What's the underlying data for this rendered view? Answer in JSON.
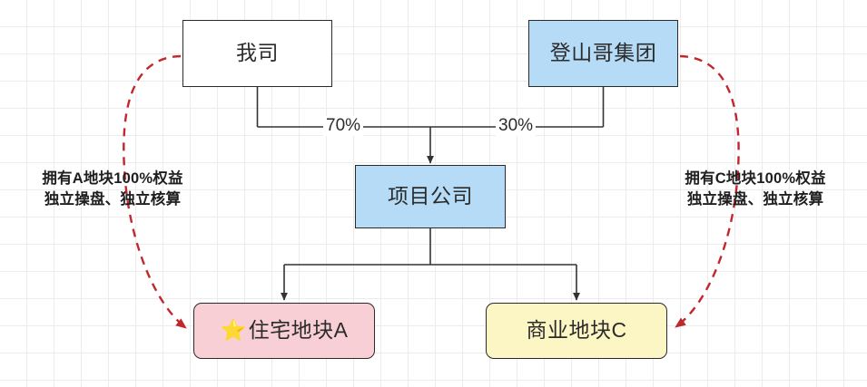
{
  "diagram": {
    "title_nodes": {
      "our_company": "我司",
      "dengshange_group": "登山哥集团",
      "project_company": "项目公司",
      "residential_plot_a": "住宅地块A",
      "commercial_plot_c": "商业地块C"
    },
    "star_glyph": "⭐",
    "edge_labels": {
      "our_company_share": "70%",
      "group_share": "30%"
    },
    "annotations": {
      "left_line1": "拥有A地块100%权益",
      "left_line2": "独立操盘、独立核算",
      "right_line1": "拥有C地块100%权益",
      "right_line2": "独立操盘、独立核算"
    },
    "colors": {
      "node_white": "#ffffff",
      "node_blue": "#b5dbf7",
      "node_pink": "#f8cfd5",
      "node_yellow": "#fcf5c4",
      "node_border": "#2a2a2a",
      "connector": "#333333",
      "dashed_curve": "#c0282d",
      "grid": "#ececec",
      "star": "#f5c518"
    }
  }
}
